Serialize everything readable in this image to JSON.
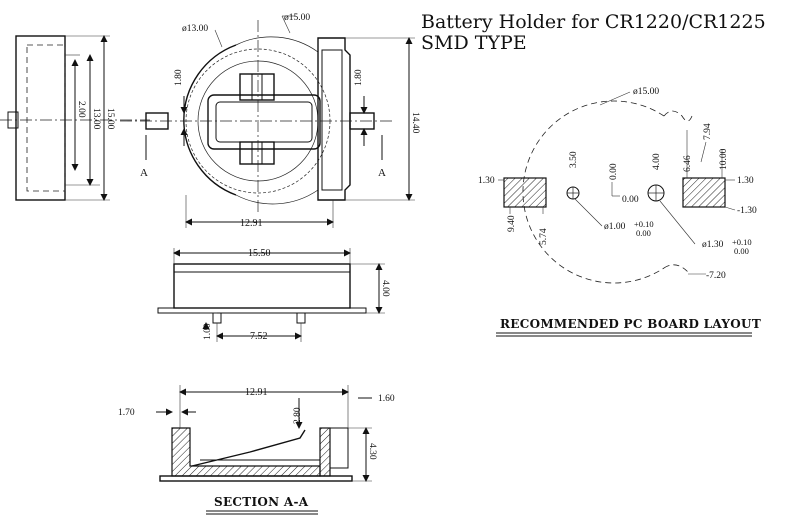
{
  "title": {
    "line1": "Battery Holder for CR1220/CR1225",
    "line2": "SMD TYPE"
  },
  "side_view": {
    "dim_inner": "2.00",
    "dim_mid": "13.00",
    "dim_outer": "15.00"
  },
  "top_view": {
    "dia_outer": "ø15.00",
    "dia_inner": "ø13.00",
    "left_tab": "1.80",
    "right_tab": "1.80",
    "width": "12.91",
    "height": "14.40",
    "section_left": "A",
    "section_right": "A"
  },
  "front_view": {
    "length": "15.50",
    "height": "4.00",
    "pin_offset": "1.00",
    "pin_spacing": "7.52"
  },
  "section_view": {
    "caption": "SECTION A-A",
    "width": "12.91",
    "left_wall": "1.70",
    "right_wall": "1.60",
    "contact": "2.80",
    "height": "4.30"
  },
  "pcb_layout": {
    "caption": "RECOMMENDED PC BOARD LAYOUT",
    "dia": "ø15.00",
    "left_pad_h": "1.30",
    "left_pad_y": "9.40",
    "left_pad_x": "5.74",
    "hole1_x": "3.50",
    "origin_x": "0.00",
    "origin_y": "0.00",
    "hole1_dia": "ø1.00",
    "hole1_tol_plus": "+0.10",
    "hole1_tol_zero": "0.00",
    "hole2_x": "4.00",
    "hole2_dia": "ø1.30",
    "hole2_tol_plus": "+0.10",
    "hole2_tol_zero": "0.00",
    "right_pad_a": "6.46",
    "right_pad_b": "7.94",
    "right_pad_c": "10.00",
    "right_pad_h_top": "1.30",
    "right_pad_h_bot": "-1.30",
    "bottom_dim": "-7.20"
  }
}
